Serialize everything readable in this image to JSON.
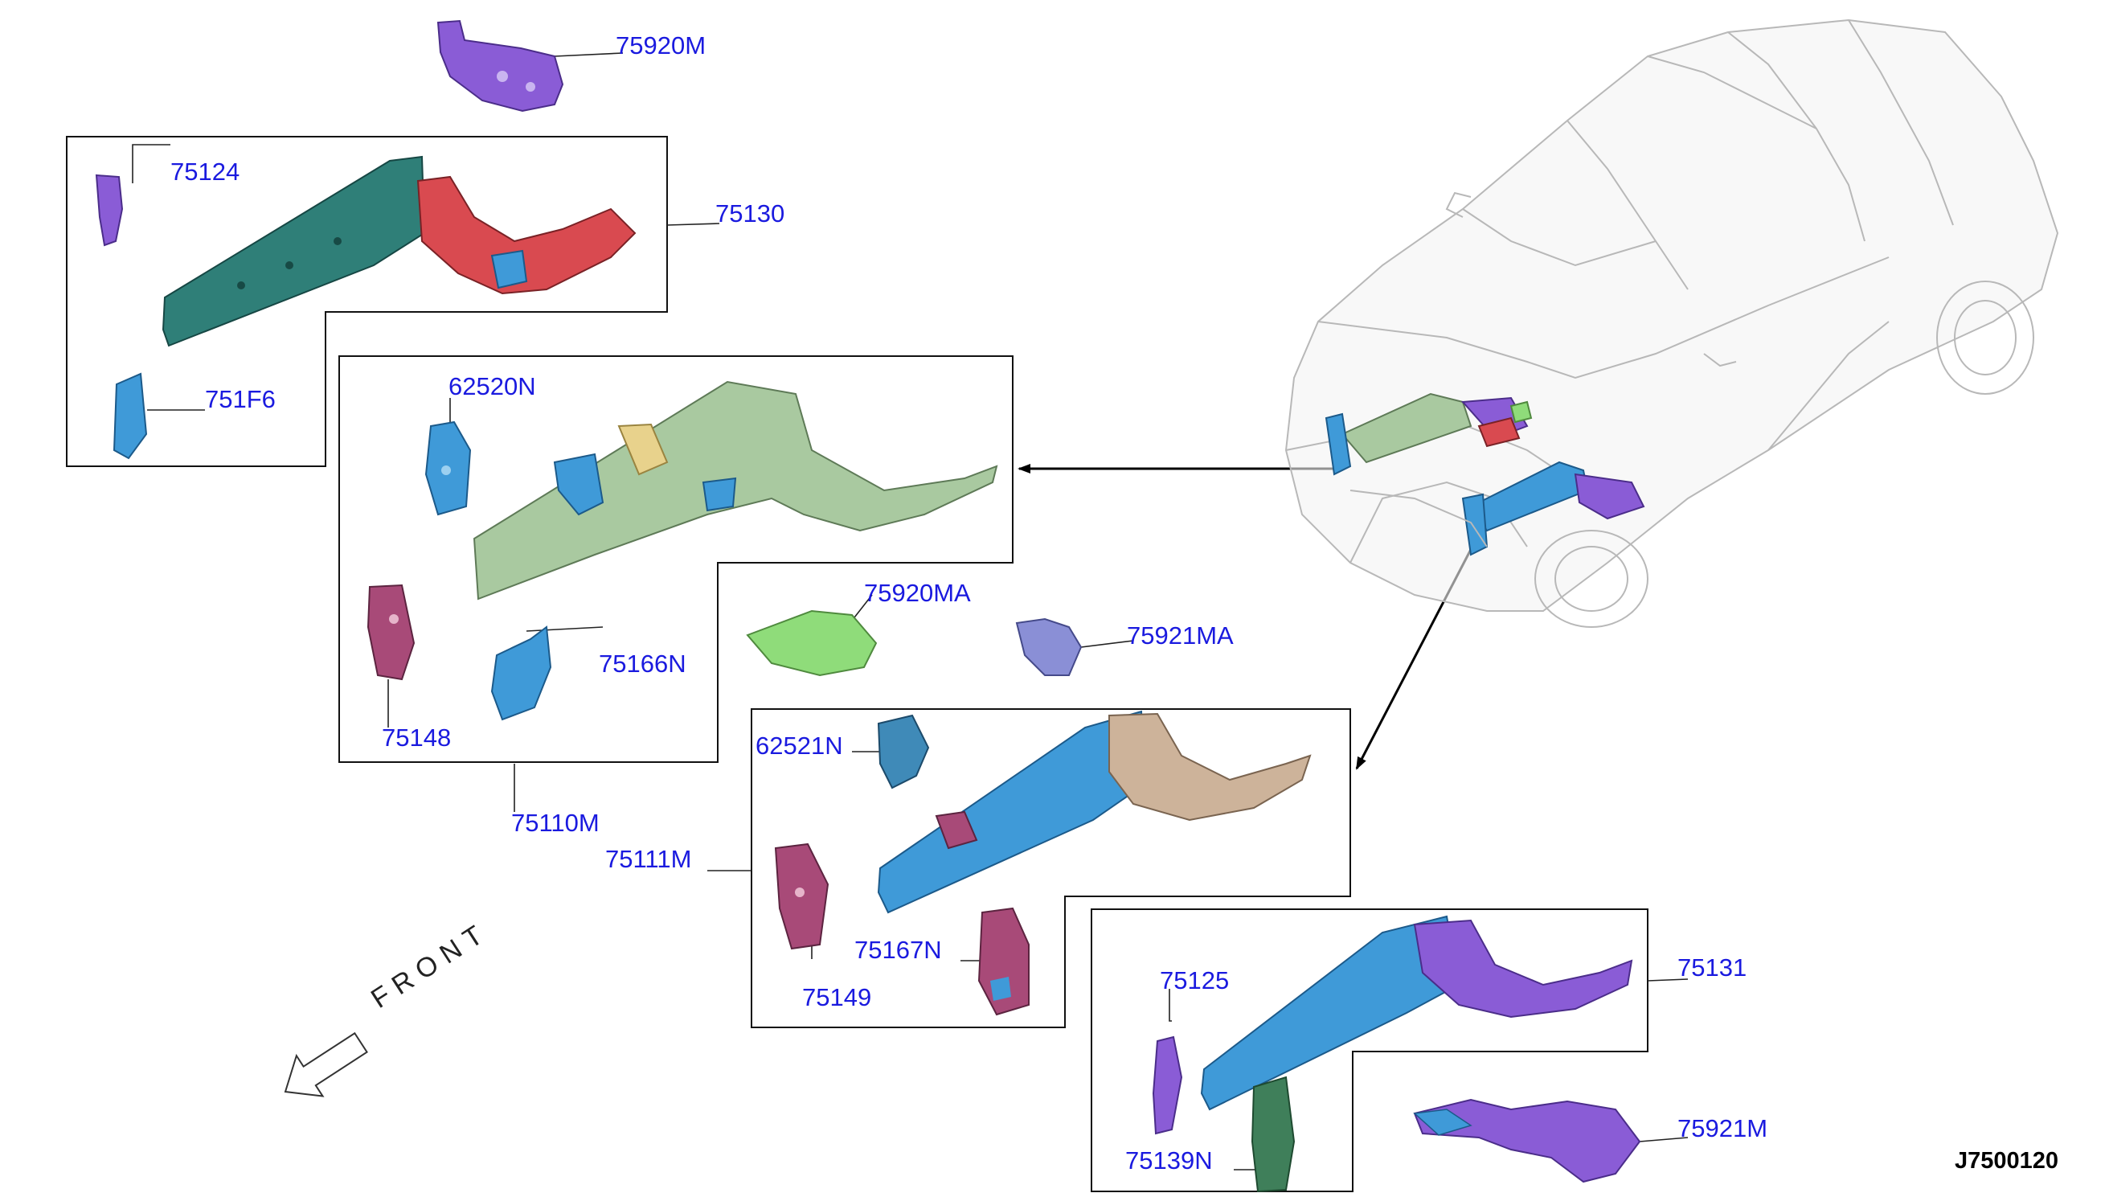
{
  "diagram": {
    "code": "J7500120",
    "front_label": "FRONT",
    "part_labels": {
      "p75920M": "75920M",
      "p75124": "75124",
      "p75130": "75130",
      "p751F6": "751F6",
      "p62520N": "62520N",
      "p75920MA": "75920MA",
      "p75921MA": "75921MA",
      "p75166N": "75166N",
      "p75148": "75148",
      "p75110M": "75110M",
      "p62521N": "62521N",
      "p75111M": "75111M",
      "p75167N": "75167N",
      "p75149": "75149",
      "p75125": "75125",
      "p75131": "75131",
      "p75139N": "75139N",
      "p75921M": "75921M"
    },
    "colors": {
      "label": "#1a1adf",
      "purple": "#8a5cd6",
      "teal": "#2f7f78",
      "red": "#d94a50",
      "blue": "#3f9ad8",
      "light_green": "#a9c9a0",
      "bright_green": "#8fdc7a",
      "magenta": "#a84a78",
      "tan": "#cdb39a",
      "dark_green": "#3f7f5a"
    }
  }
}
